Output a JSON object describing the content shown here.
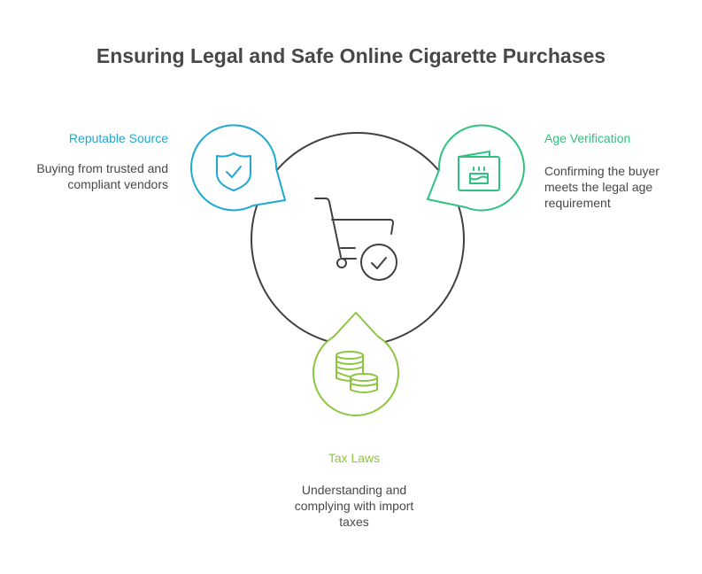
{
  "title": "Ensuring Legal and Safe Online Cigarette Purchases",
  "colors": {
    "reputable": "#1ea8d2",
    "age": "#2ec27e",
    "tax": "#8cc63f",
    "center": "#404040",
    "text": "#484848"
  },
  "center": {
    "icon": "shopping-cart-check-icon"
  },
  "items": [
    {
      "id": "reputable-source",
      "label": "Reputable Source",
      "description_lines": [
        "Buying from trusted and",
        "compliant vendors"
      ],
      "icon": "shield-check-icon"
    },
    {
      "id": "age-verification",
      "label": "Age Verification",
      "description_lines": [
        "Confirming the buyer",
        "meets the legal age",
        "requirement"
      ],
      "icon": "birthday-card-icon"
    },
    {
      "id": "tax-laws",
      "label": "Tax Laws",
      "description_lines": [
        "Understanding and",
        "complying with import",
        "taxes"
      ],
      "icon": "coin-stacks-icon"
    }
  ]
}
